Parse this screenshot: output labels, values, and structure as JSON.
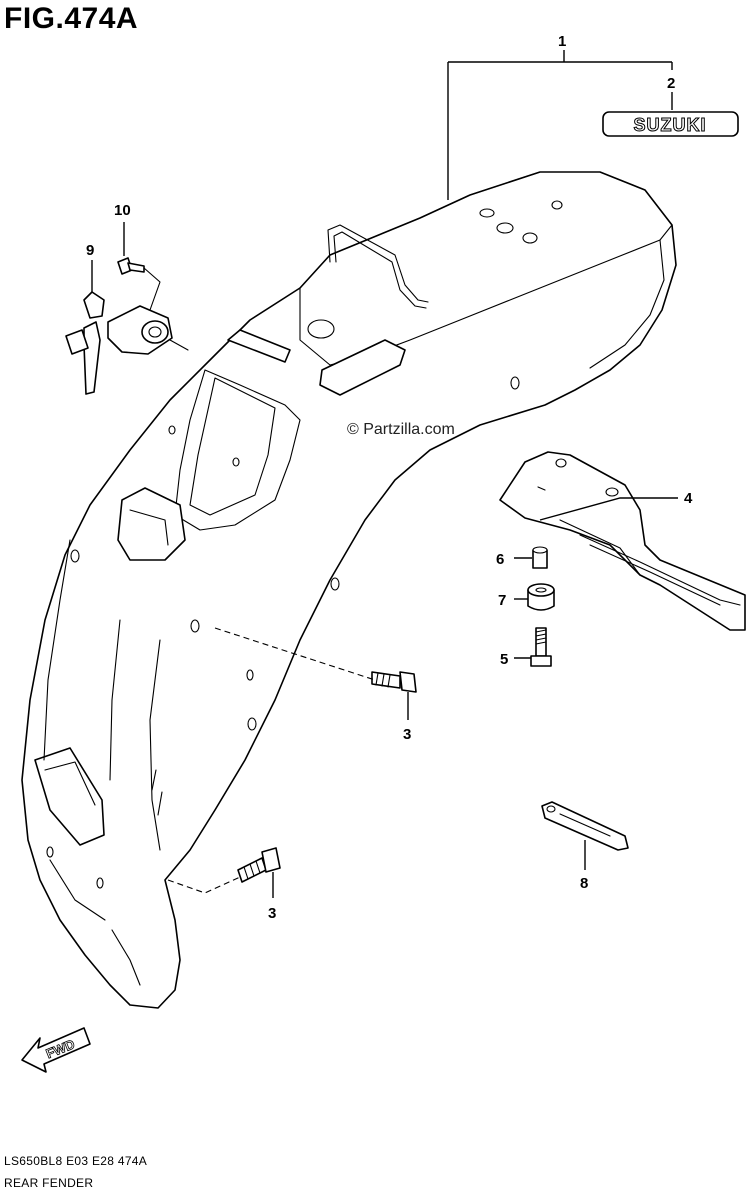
{
  "figure": {
    "title": "FIG.474A",
    "watermark": "© Partzilla.com",
    "model_code": "LS650BL8  E03  E28  474A",
    "section_name": "REAR FENDER"
  },
  "callouts": {
    "c1": "1",
    "c2": "2",
    "c3a": "3",
    "c3b": "3",
    "c4": "4",
    "c5": "5",
    "c6": "6",
    "c7": "7",
    "c8": "8",
    "c9": "9",
    "c10": "10"
  },
  "emblem_text": "SUZUKI",
  "direction_text": "FWD"
}
